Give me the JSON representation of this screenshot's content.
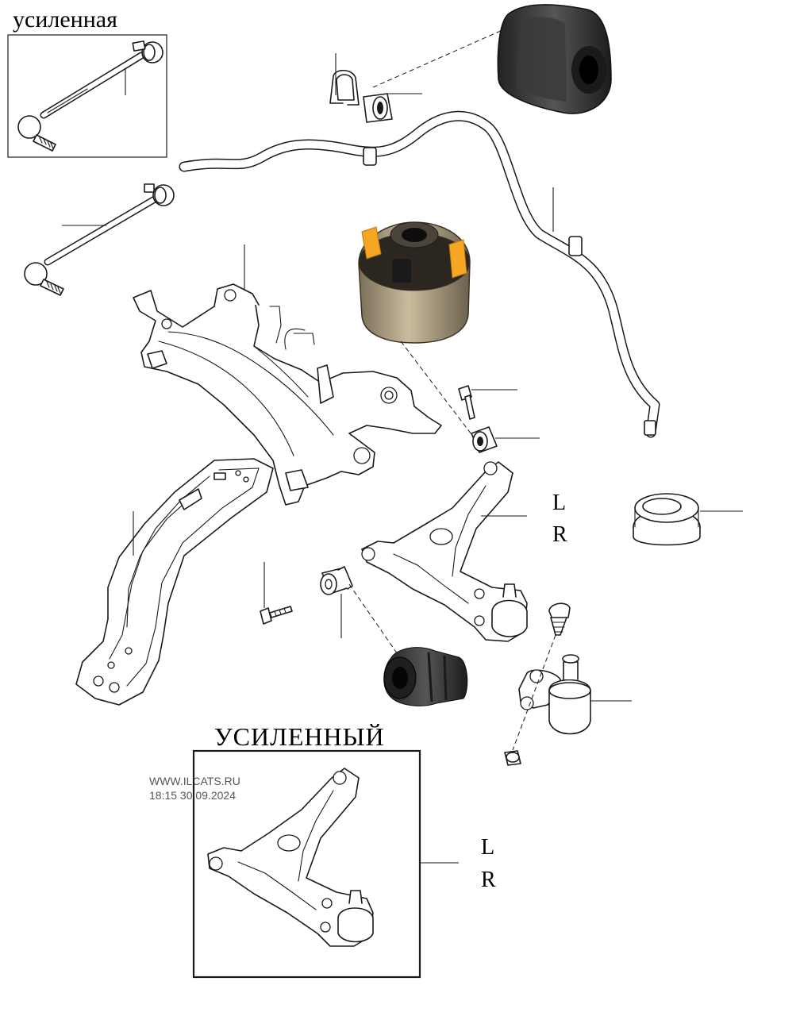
{
  "labels": {
    "reinforced_link_title": "усиленная",
    "reinforced_arm_title": "УСИЛЕННЫЙ",
    "side_l_top": "L",
    "side_r_top": "R",
    "side_l_bottom": "L",
    "side_r_bottom": "R"
  },
  "watermark": {
    "site": "WWW.ILCATS.RU",
    "timestamp": "18:15 30.09.2024"
  },
  "colors": {
    "line": "#1a1a1a",
    "rubber_dark": "#2e2e2e",
    "rubber_mid": "#4a4a4a",
    "bushing_body": "#b8aa8c",
    "bushing_shadow": "#7a6e58",
    "orange_insert": "#f5a623",
    "watermark_text": "#555555"
  },
  "icons": {
    "stabilizer_link": "stabilizer-link-icon",
    "stabilizer_bar": "stabilizer-bar-icon",
    "subframe": "subframe-icon",
    "lower_arm": "lower-control-arm-icon",
    "ball_joint": "ball-joint-icon",
    "bushing": "bushing-icon"
  }
}
